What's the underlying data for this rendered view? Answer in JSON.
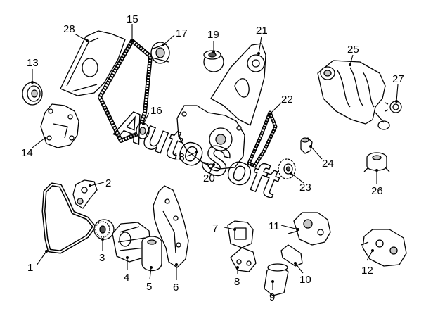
{
  "watermark": "AutoSoft",
  "callouts": [
    "1",
    "2",
    "3",
    "4",
    "5",
    "6",
    "7",
    "8",
    "9",
    "10",
    "11",
    "12",
    "13",
    "14",
    "15",
    "16",
    "17",
    "18",
    "19",
    "20",
    "21",
    "22",
    "23",
    "24",
    "25",
    "26",
    "27",
    "28"
  ]
}
